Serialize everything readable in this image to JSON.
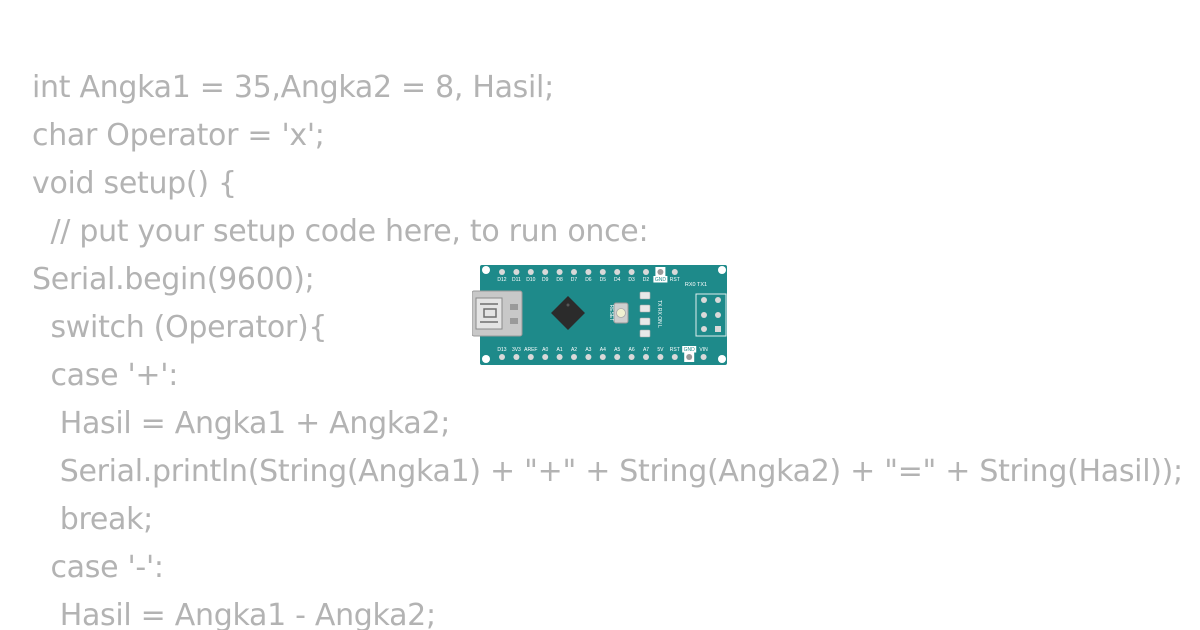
{
  "code_lines": [
    "int Angka1 = 35,Angka2 = 8, Hasil;",
    "char Operator = 'x';",
    "void setup() {",
    "  // put your setup code here, to run once:",
    "Serial.begin(9600);",
    "  switch (Operator){",
    "  case '+':",
    "   Hasil = Angka1 + Angka2;",
    "   Serial.println(String(Angka1) + \"+\" + String(Angka2) + \"=\" + String(Hasil));",
    "   break;",
    "  case '-':",
    "   Hasil = Angka1 - Angka2;"
  ],
  "board": {
    "top_pin_labels": [
      "D12",
      "D11",
      "D10",
      "D9",
      "D8",
      "D7",
      "D6",
      "D5",
      "D4",
      "D3",
      "D2",
      "GND",
      "RST"
    ],
    "bottom_pin_labels": [
      "D13",
      "3V3",
      "AREF",
      "A0",
      "A1",
      "A2",
      "A3",
      "A4",
      "A5",
      "A6",
      "A7",
      "5V",
      "RST",
      "GND",
      "VIN"
    ],
    "header_label": "RX0 TX1",
    "reset_label": "RESET",
    "led_labels": "TX RX ON L",
    "colors": {
      "pcb": "#1e8a8a",
      "pcb_dark": "#166e6e",
      "pin": "#d9d9d9",
      "chip": "#2b2b2b",
      "usb": "#c8c8c8",
      "code_text": "#b3b3b3"
    }
  }
}
